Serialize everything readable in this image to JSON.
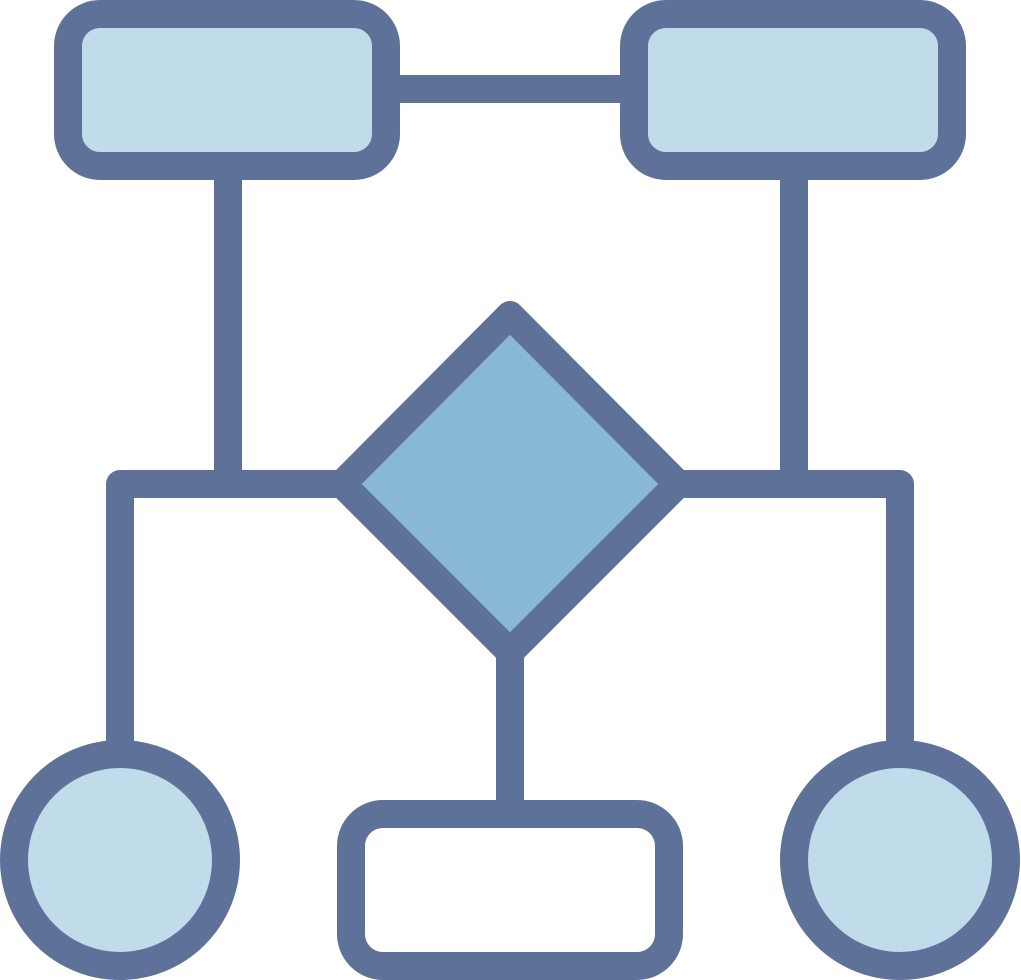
{
  "icon": {
    "name": "flowchart-icon",
    "colors": {
      "stroke": "#5e7299",
      "light_fill": "#c0dbe9",
      "decision_fill": "#88b8d6",
      "empty_fill": "#ffffff",
      "background": "#ffffff"
    },
    "nodes": [
      {
        "id": "top-left-process",
        "shape": "rounded-rectangle",
        "fill": "light_fill"
      },
      {
        "id": "top-right-process",
        "shape": "rounded-rectangle",
        "fill": "light_fill"
      },
      {
        "id": "decision",
        "shape": "diamond",
        "fill": "decision_fill"
      },
      {
        "id": "bottom-left-terminal",
        "shape": "circle",
        "fill": "light_fill"
      },
      {
        "id": "bottom-center-process",
        "shape": "rounded-rectangle",
        "fill": "empty_fill"
      },
      {
        "id": "bottom-right-terminal",
        "shape": "circle",
        "fill": "light_fill"
      }
    ],
    "edges": [
      {
        "from": "top-left-process",
        "to": "top-right-process"
      },
      {
        "from": "top-left-process",
        "to": "decision"
      },
      {
        "from": "top-right-process",
        "to": "decision"
      },
      {
        "from": "decision",
        "to": "bottom-left-terminal"
      },
      {
        "from": "decision",
        "to": "bottom-right-terminal"
      },
      {
        "from": "decision",
        "to": "bottom-center-process"
      }
    ]
  }
}
